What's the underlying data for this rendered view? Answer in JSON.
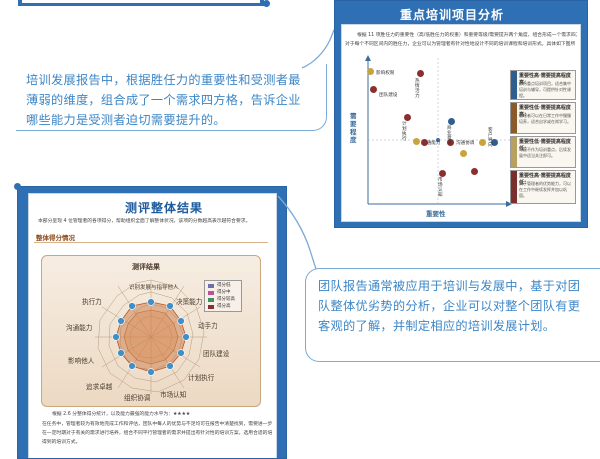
{
  "left_callout": {
    "text": "培训发展报告中，根据胜任力的重要性和受测者最薄弱的维度，组合成了一个需求四方格，告诉企业哪些能力是受测者迫切需要提升的。"
  },
  "right_callout": {
    "text": "团队报告通常被应用于培训与发展中，基于对团队整体优劣势的分析，企业可以对整个团队有更客观的了解，并制定相应的培训发展计划。"
  },
  "training_panel": {
    "title": "重点培训项目分析",
    "intro_line1": "根据 11 项胜任力的重要性（高/低胜任力的权重）和重要等级/需要提升两个角度，组合形成一个需求四方格。",
    "intro_line2": "对于每个不同区间内的胜任力，企业可以为管理者有针对性地设计不同的培训课程和培训形式。具体如下图所示：",
    "y_axis_label": "需要程度",
    "x_axis_label": "重要性",
    "points": [
      "影响权限",
      "热情活力",
      "团队建设",
      "计划执行",
      "沟通能力",
      "沟通协调",
      "商业意识",
      "客户导向",
      "市场认知",
      "组织协调",
      "识别能力"
    ],
    "quadrants": [
      {
        "title": "重要性高·需要提高程度高：",
        "desc": "即为重点培训项目，适合集中培训与辅导，可提供针对性课程。"
      },
      {
        "title": "重要性低·需要提高程度高：",
        "desc": "管理者可以在日常工作中慢慢培养，适合自学或在岗学习。"
      },
      {
        "title": "重要性低·需要提高程度低：",
        "desc": "可暂不作为培训重点，后续发展中适当关注即可。"
      },
      {
        "title": "重要性高·需要提高程度低：",
        "desc": "属于管理者的优势能力，可以在工作中继续发挥并加以巩固。"
      }
    ],
    "colors": {
      "q1": "#2f5f8f",
      "q2": "#8a5a2a",
      "q3": "#b8a060",
      "q4": "#7a2f2f"
    }
  },
  "evaluation_panel": {
    "title": "测评整体结果",
    "intro": "本部分呈现 4 位管理者的各项得分，帮助组织全面了解整体状况，该项的分数越高表示越符合要求。",
    "section_label": "整体得分情况",
    "radar_title": "测评结果",
    "axes": [
      "识别发展与指导他人",
      "决策能力",
      "动手力",
      "团队建设",
      "计划执行",
      "市场认知",
      "组织协调",
      "追求卓越",
      "影响他人",
      "沟通能力",
      "执行力"
    ],
    "legend": [
      "得分低",
      "得分中",
      "得分较高",
      "得分高"
    ],
    "legend_colors": [
      "#6e6ea8",
      "#c0509a",
      "#3f8f62",
      "#8a2f2f"
    ],
    "footer_line1": "根据 2.6 分整体得分统计，以及能力最强的能力水平为：★★★★",
    "footer_line2": "在任务中，管理者较为有效地完成工作和评估，团队中每人的优势与不足均可在报告中清楚找到，需要进一步改进与完善的能力，",
    "footer_line3": "在一定时期对于有关的需求进行培养，组合不同平行管理者的需求并提出有针对性的培训方案，选用合适的培训形式，",
    "footer_line4": "得到的培训方式。"
  }
}
